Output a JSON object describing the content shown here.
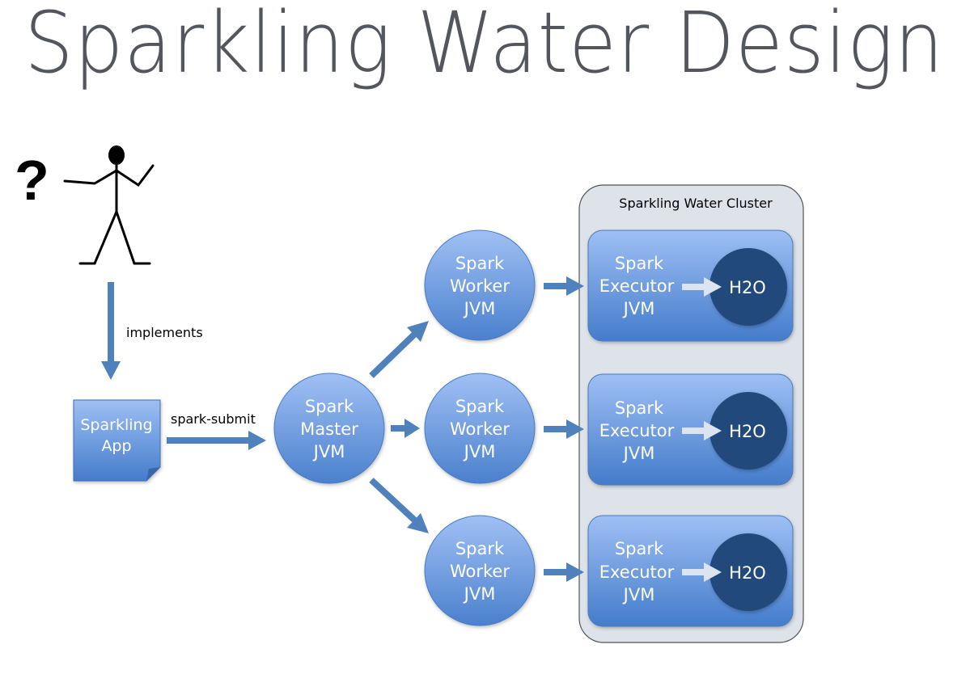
{
  "title": "Sparkling Water Design",
  "colors": {
    "title": "#53575d",
    "node_fill_top": "#9bbcf2",
    "node_fill_bottom": "#4a7fcc",
    "arrow": "#4f81bd",
    "h2o": "#214a7b",
    "cluster_bg": "#dee3ea",
    "inner_arrow": "#dbe4f0"
  },
  "user": {
    "question_mark": "?"
  },
  "edges": {
    "implements": "implements",
    "spark_submit": "spark-submit"
  },
  "app": {
    "line1": "Sparkling",
    "line2": "App"
  },
  "master": {
    "line1": "Spark",
    "line2": "Master",
    "line3": "JVM"
  },
  "workers": [
    {
      "line1": "Spark",
      "line2": "Worker",
      "line3": "JVM"
    },
    {
      "line1": "Spark",
      "line2": "Worker",
      "line3": "JVM"
    },
    {
      "line1": "Spark",
      "line2": "Worker",
      "line3": "JVM"
    }
  ],
  "cluster": {
    "title": "Sparkling Water Cluster",
    "executors": [
      {
        "line1": "Spark",
        "line2": "Executor",
        "line3": "JVM",
        "h2o": "H2O"
      },
      {
        "line1": "Spark",
        "line2": "Executor",
        "line3": "JVM",
        "h2o": "H2O"
      },
      {
        "line1": "Spark",
        "line2": "Executor",
        "line3": "JVM",
        "h2o": "H2O"
      }
    ]
  }
}
